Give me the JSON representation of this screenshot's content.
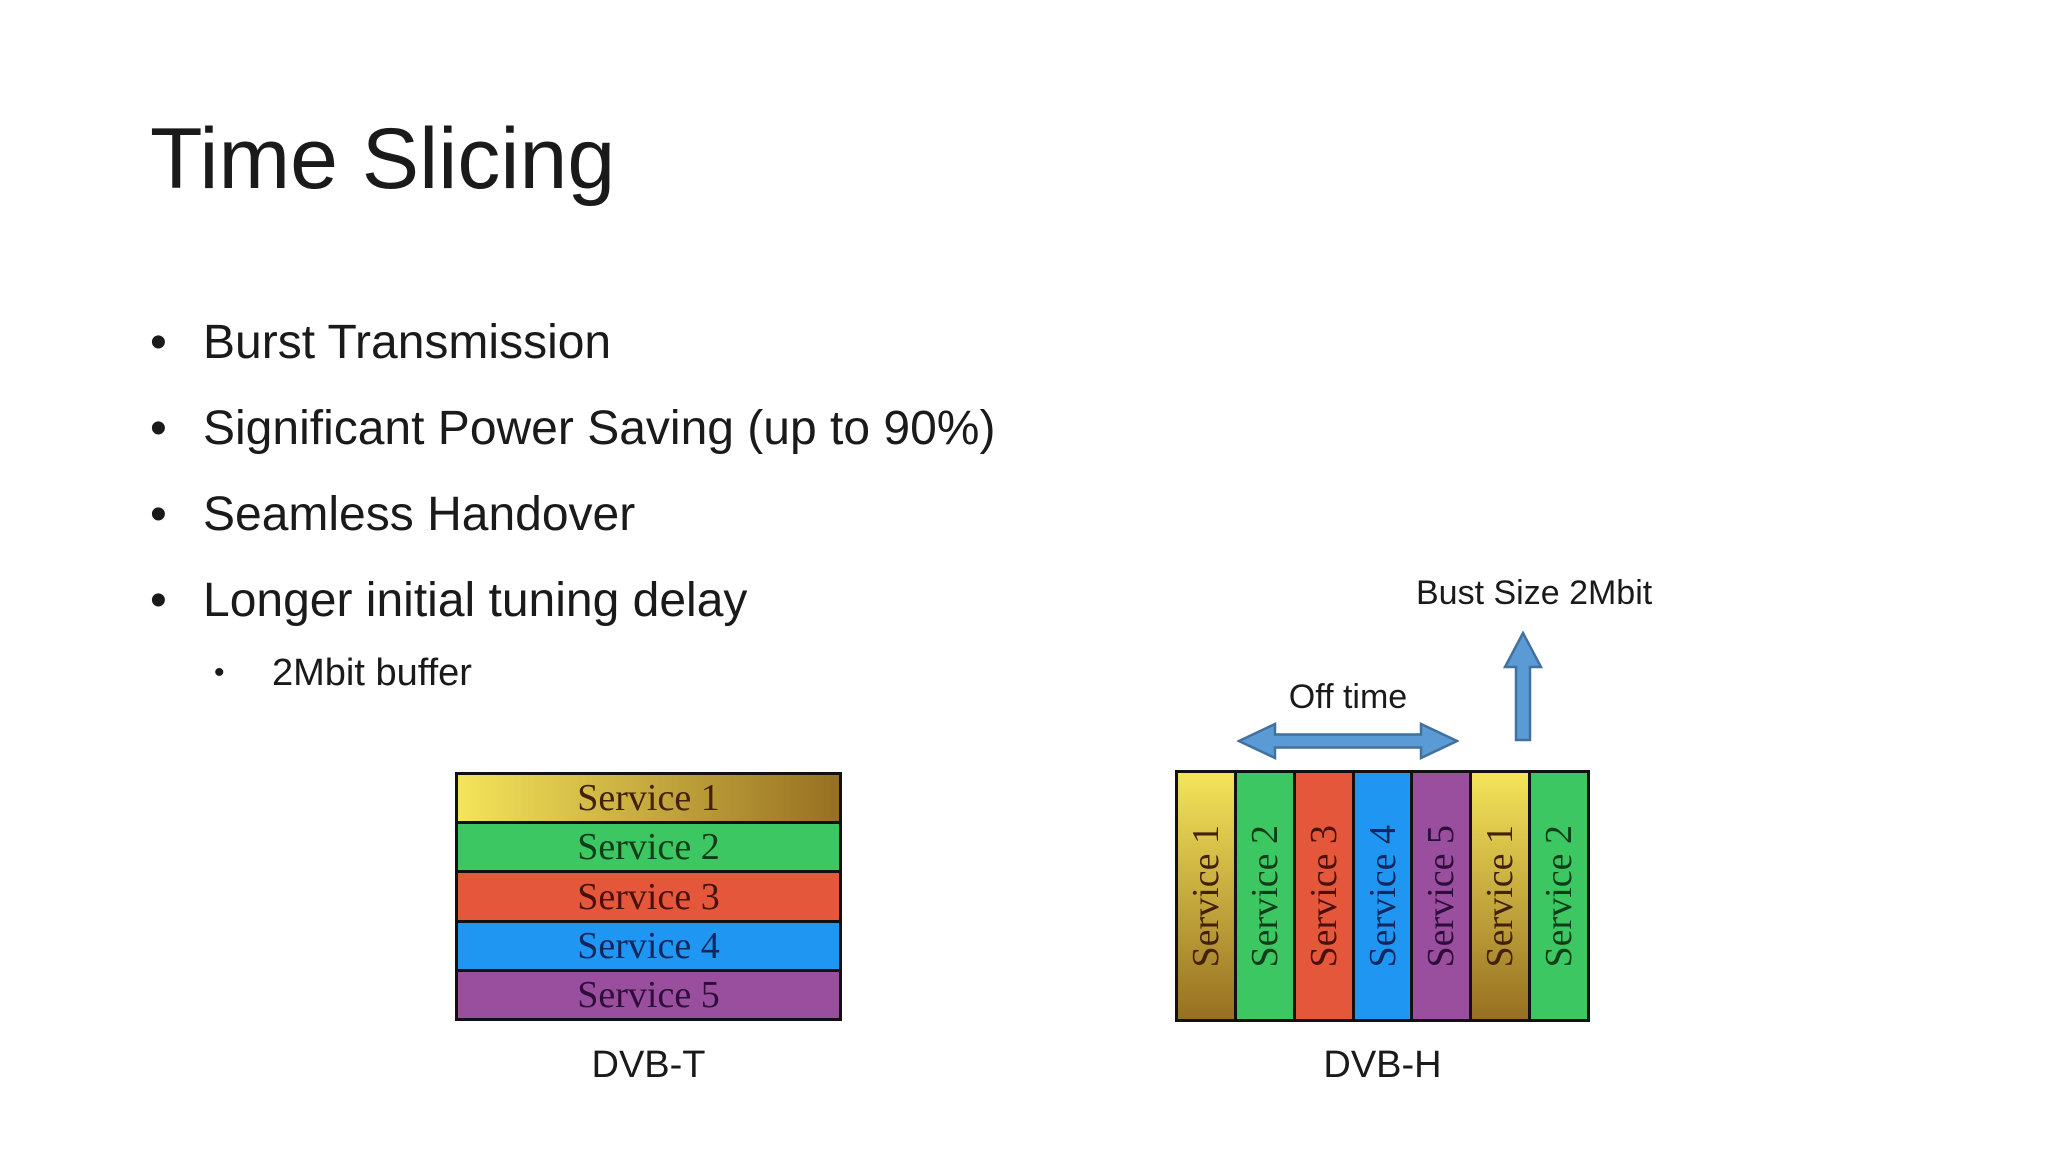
{
  "slide": {
    "title": "Time Slicing",
    "bullets": [
      {
        "level": 1,
        "text": "Burst Transmission"
      },
      {
        "level": 1,
        "text": "Significant Power Saving (up to 90%)"
      },
      {
        "level": 1,
        "text": "Seamless Handover"
      },
      {
        "level": 1,
        "text": "Longer initial tuning delay"
      },
      {
        "level": 2,
        "text": "2Mbit buffer"
      }
    ],
    "figures": {
      "dvbt": {
        "caption": "DVB-T",
        "services": [
          "Service 1",
          "Service 2",
          "Service 3",
          "Service 4",
          "Service 5"
        ]
      },
      "dvbh": {
        "caption": "DVB-H",
        "services": [
          "Service 1",
          "Service 2",
          "Service 3",
          "Service 4",
          "Service 5",
          "Service 1",
          "Service 2"
        ],
        "off_time_label": "Off time",
        "burst_size_label": "Bust Size 2Mbit"
      }
    }
  },
  "colors": {
    "text": "#1a1a1a",
    "service1_grad_start": "#f4e45a",
    "service1_grad_end": "#977022",
    "service1_text": "#42200a",
    "service2_bg": "#3cc763",
    "service2_text": "#103d19",
    "service3_bg": "#e4573b",
    "service3_text": "#4a100c",
    "service4_bg": "#1e96f2",
    "service4_text": "#13265e",
    "service5_bg": "#9a4f9e",
    "service5_text": "#2e0d3a",
    "arrow_fill": "#5b9bd5",
    "arrow_stroke": "#41719c"
  }
}
